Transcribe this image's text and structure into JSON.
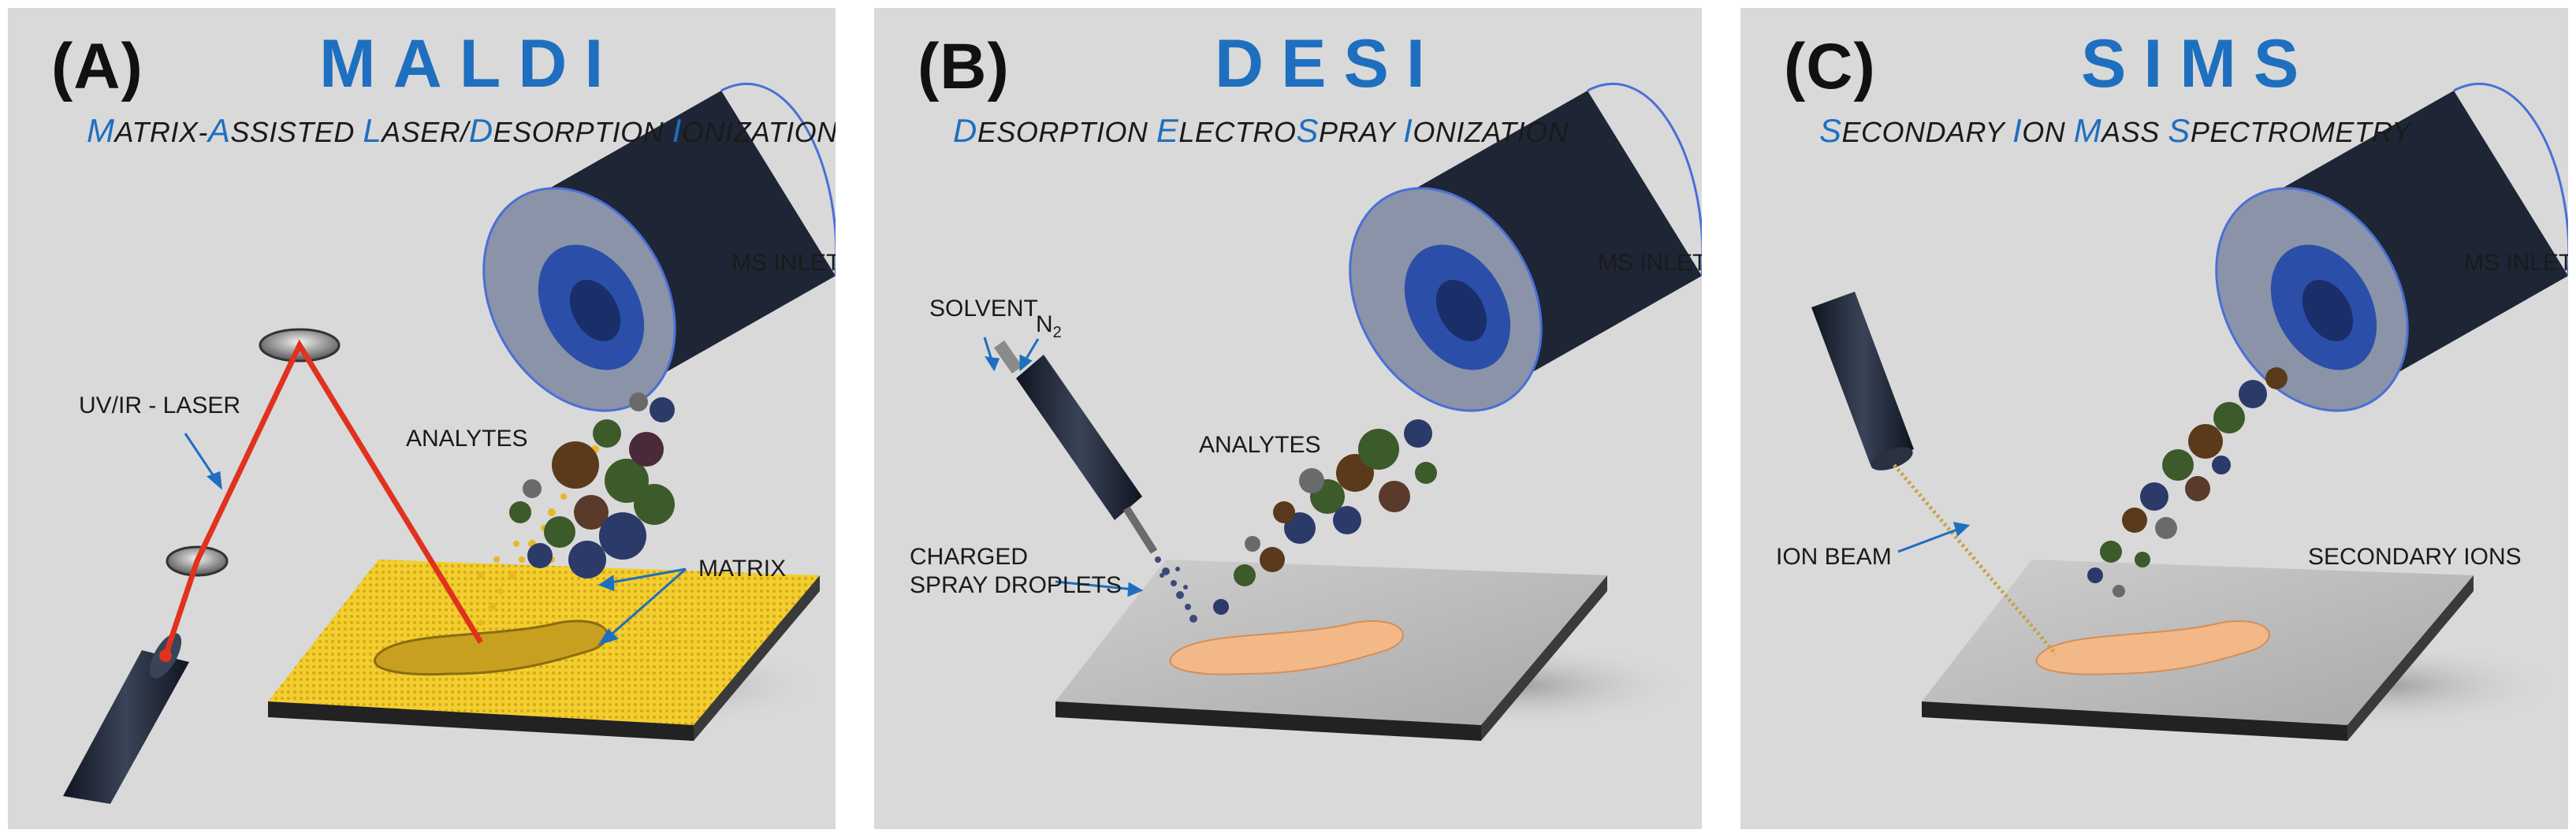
{
  "colors": {
    "accent": "#1e6fbf",
    "inlet_dark": "#1e2535",
    "laser_red": "#e0321e",
    "matrix_yellow": "#f2cf2e",
    "sample_tan": "#f2b887",
    "slide_gray": "#b9b9b9",
    "panel_bg": "#d9d9d9"
  },
  "panels": [
    {
      "letter": "(A)",
      "acronym": "MALDI",
      "subtitle_parts": [
        {
          "hl": "M",
          "text": "ATRIX-"
        },
        {
          "hl": "A",
          "text": "SSISTED "
        },
        {
          "hl": "L",
          "text": "ASER/"
        },
        {
          "hl": "D",
          "text": "ESORPTION "
        },
        {
          "hl": "I",
          "text": "ONIZATION"
        }
      ],
      "labels": {
        "ms_inlet": "MS INLET",
        "laser": "UV/IR - LASER",
        "analytes": "ANALYTES",
        "matrix": "MATRIX"
      }
    },
    {
      "letter": "(B)",
      "acronym": "DESI",
      "subtitle_parts": [
        {
          "hl": "D",
          "text": "ESORPTION "
        },
        {
          "hl": "E",
          "text": "LECTRO"
        },
        {
          "hl": "S",
          "text": "PRAY "
        },
        {
          "hl": "I",
          "text": "ONIZATION"
        }
      ],
      "labels": {
        "ms_inlet": "MS INLET",
        "solvent": "SOLVENT",
        "n2_base": "N",
        "n2_sub": "2",
        "analytes": "ANALYTES",
        "droplets_1": "CHARGED",
        "droplets_2": "SPRAY DROPLETS"
      }
    },
    {
      "letter": "(C)",
      "acronym": "SIMS",
      "subtitle_parts": [
        {
          "hl": "S",
          "text": "ECONDARY "
        },
        {
          "hl": "I",
          "text": "ON "
        },
        {
          "hl": "M",
          "text": "ASS "
        },
        {
          "hl": "S",
          "text": "PECTROMETRY"
        }
      ],
      "labels": {
        "ms_inlet": "MS INLET",
        "ion_beam": "ION BEAM",
        "secondary_ions": "SECONDARY IONS"
      }
    }
  ]
}
